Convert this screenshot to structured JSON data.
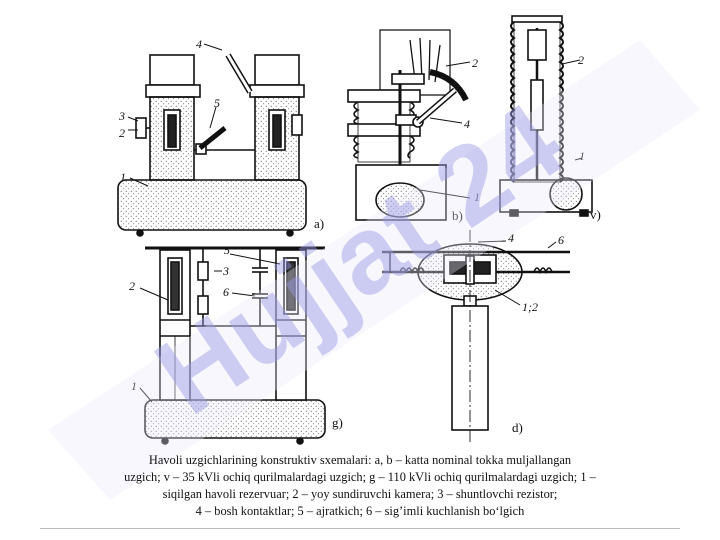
{
  "figure": {
    "panel_labels": {
      "a": "a)",
      "b": "b)",
      "v": "v)",
      "g": "g)",
      "d": "d)"
    },
    "callouts": {
      "a": [
        "1",
        "2",
        "3",
        "4",
        "5"
      ],
      "b": [
        "1",
        "2",
        "4"
      ],
      "v": [
        "1",
        "2"
      ],
      "g": [
        "1",
        "2",
        "3",
        "5",
        "6"
      ],
      "d": [
        "1;2",
        "4",
        "6"
      ]
    }
  },
  "caption": {
    "lines": [
      "Havoli uzgichlarining konstruktiv sxemalari: a, b – katta nominal tokka muljallangan",
      "uzgich; v – 35 kVli ochiq qurilmalardagi uzgich; g – 110 kVli ochiq qurilmalardagi uzgich; 1 –",
      "siqilgan havoli rezervuar; 2 – yoy sundiruvchi kamera; 3 – shuntlovchi rezistor;",
      "4 – bosh kontaktlar; 5 – ajratkich; 6 – sig’imli kuchlanish bo‘lgich"
    ]
  },
  "watermark": {
    "text": "Hujjat 24",
    "color": "#9a9ae8"
  }
}
